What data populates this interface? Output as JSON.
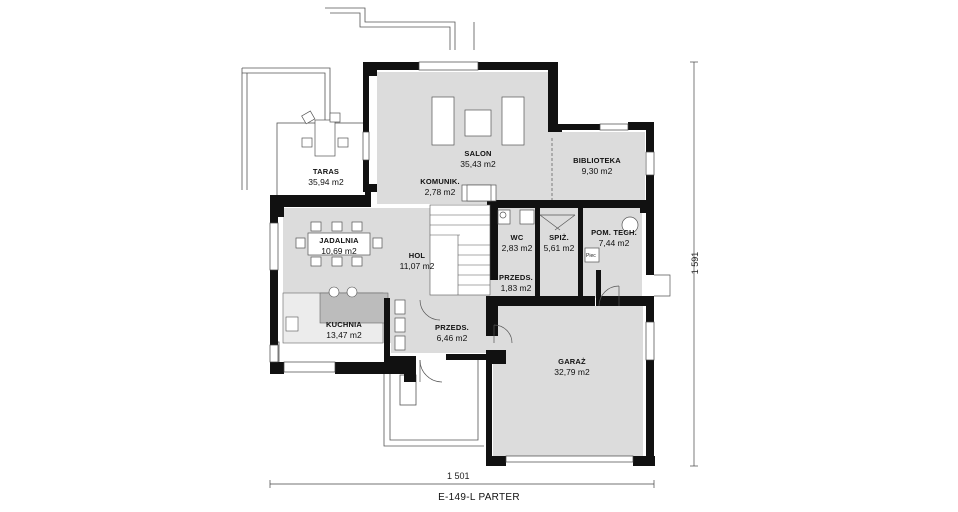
{
  "plan": {
    "title": "E-149-L PARTER",
    "dimensions": {
      "width": "1 501",
      "height": "1 591"
    },
    "rooms": [
      {
        "id": "taras",
        "name": "TARAS",
        "area": "35,94 m2"
      },
      {
        "id": "salon",
        "name": "SALON",
        "area": "35,43 m2"
      },
      {
        "id": "biblioteka",
        "name": "BIBLIOTEKA",
        "area": "9,30 m2"
      },
      {
        "id": "komunik",
        "name": "KOMUNIK.",
        "area": "2,78 m2"
      },
      {
        "id": "jadalnia",
        "name": "JADALNIA",
        "area": "10,69 m2"
      },
      {
        "id": "hol",
        "name": "HOL",
        "area": "11,07 m2"
      },
      {
        "id": "wc",
        "name": "WC",
        "area": "2,83 m2"
      },
      {
        "id": "spiz",
        "name": "SPIŻ.",
        "area": "5,61 m2"
      },
      {
        "id": "pom-tech",
        "name": "POM. TECH.",
        "area": "7,44 m2"
      },
      {
        "id": "przeds-small",
        "name": "PRZEDS.",
        "area": "1,83 m2"
      },
      {
        "id": "kuchnia",
        "name": "KUCHNIA",
        "area": "13,47 m2"
      },
      {
        "id": "przeds-main",
        "name": "PRZEDS.",
        "area": "6,46 m2"
      },
      {
        "id": "garaz",
        "name": "GARAŻ",
        "area": "32,79 m2"
      }
    ],
    "fixture_labels": {
      "boiler": "Piec"
    },
    "colors": {
      "wall": "#111111",
      "floor": "#dcdcdc",
      "terrace": "#ffffff",
      "line": "#444444"
    }
  }
}
